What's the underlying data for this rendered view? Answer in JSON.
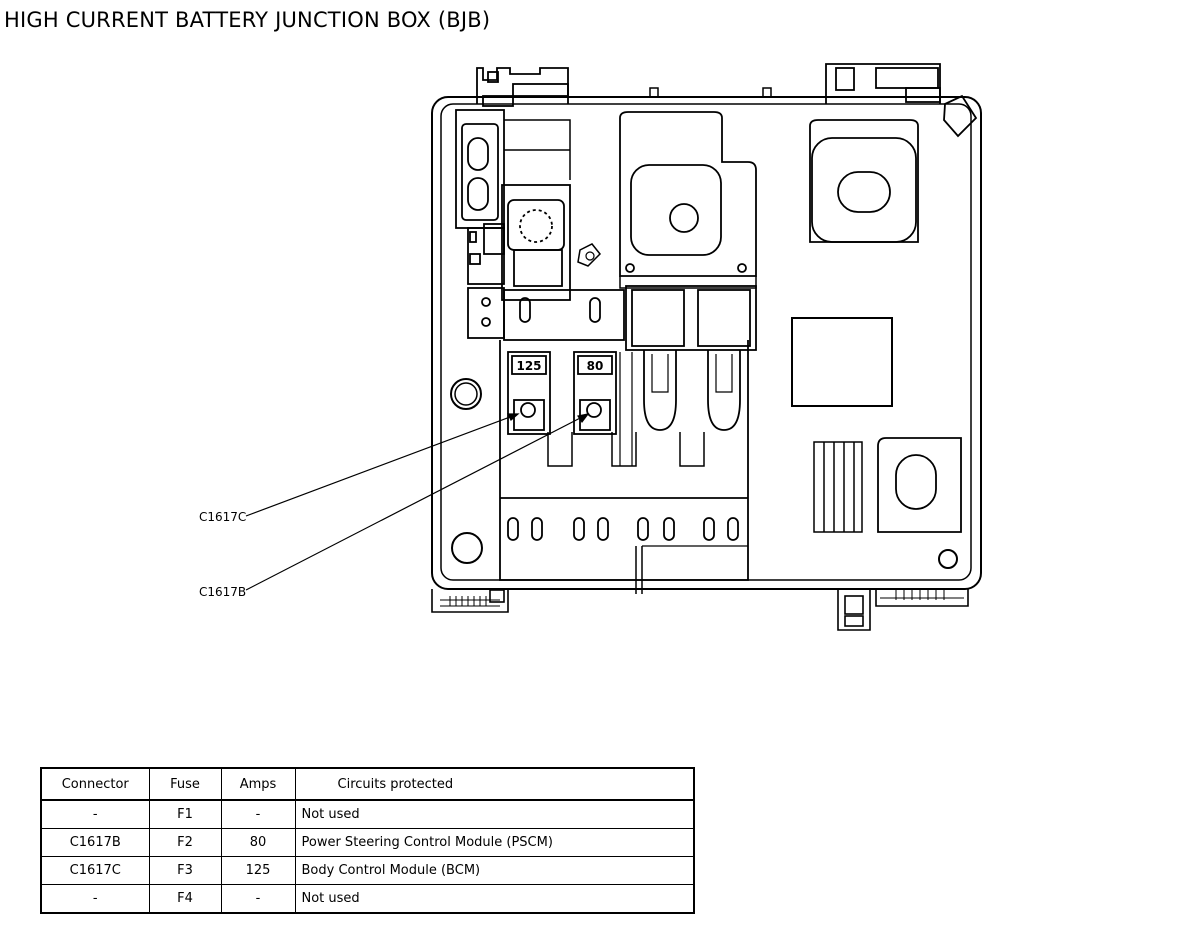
{
  "title": "HIGH CURRENT BATTERY JUNCTION BOX (BJB)",
  "callouts": {
    "c1617c": "C1617C",
    "c1617b": "C1617B"
  },
  "fuse_labels": {
    "f3_amps": "125",
    "f2_amps": "80"
  },
  "table": {
    "headers": {
      "connector": "Connector",
      "fuse": "Fuse",
      "amps": "Amps",
      "circuits": "Circuits protected"
    },
    "rows": [
      {
        "connector": "-",
        "fuse": "F1",
        "amps": "-",
        "circuit": "Not used"
      },
      {
        "connector": "C1617B",
        "fuse": "F2",
        "amps": "80",
        "circuit": "Power Steering Control Module (PSCM)"
      },
      {
        "connector": "C1617C",
        "fuse": "F3",
        "amps": "125",
        "circuit": "Body Control Module (BCM)"
      },
      {
        "connector": "-",
        "fuse": "F4",
        "amps": "-",
        "circuit": "Not used"
      }
    ]
  }
}
